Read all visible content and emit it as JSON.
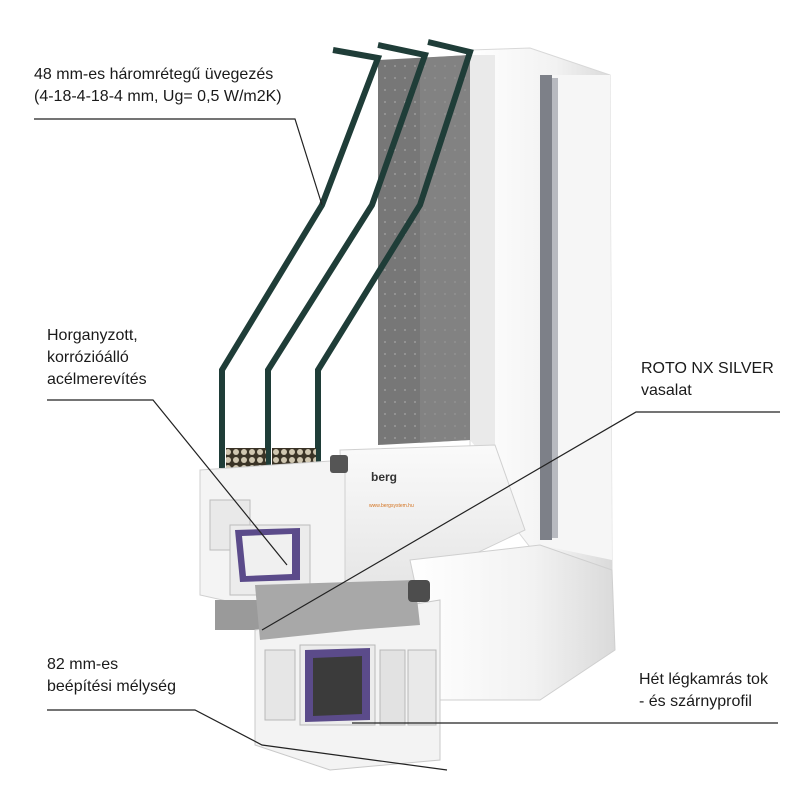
{
  "labels": {
    "glazing": {
      "line1": "48 mm-es háromrétegű üvegezés",
      "line2": "(4-18-4-18-4 mm, Ug= 0,5 W/m2K)"
    },
    "steel": {
      "line1": "Horganyzott,",
      "line2": "korrózióálló",
      "line3": "acélmerevítés"
    },
    "hardware": {
      "line1": "ROTO NX SILVER",
      "line2": "vasalat"
    },
    "depth": {
      "line1": "82 mm-es",
      "line2": "beépítési mélység"
    },
    "chambers": {
      "line1": "Hét légkamrás tok",
      "line2": "- és szárnyprofil"
    }
  },
  "brand": {
    "name": "berg",
    "url": "www.bergsystem.hu"
  },
  "colors": {
    "profile_white": "#f3f3f3",
    "profile_shadow": "#d9d9d9",
    "glass_edge": "#1f3d38",
    "spacer_gray": "#6f6f6f",
    "seal_gray": "#5a5a5a",
    "steel_purple": "#5b4b8a",
    "leader_line": "#222222",
    "brand_orange": "#d4731f"
  }
}
